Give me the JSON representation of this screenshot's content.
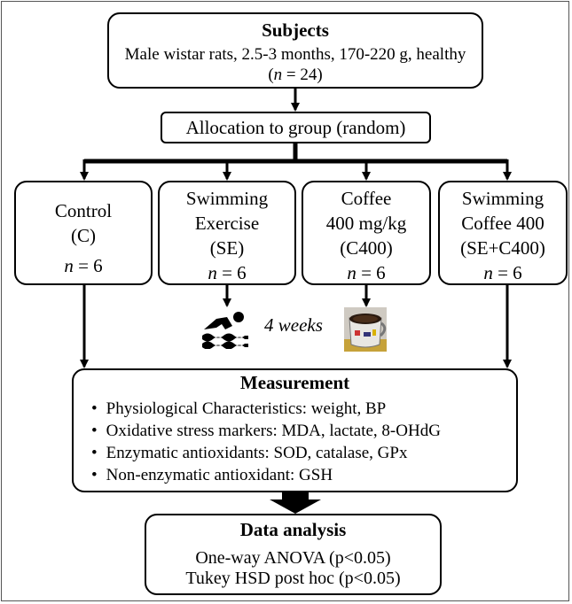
{
  "subjects": {
    "title": "Subjects",
    "description": "Male wistar rats, 2.5-3 months, 170-220 g, healthy",
    "n_var": "n",
    "n_rest": " = 24"
  },
  "allocation": "Allocation to group (random)",
  "groups": [
    {
      "lines": [
        "Control",
        "(C)"
      ],
      "n_var": "n",
      "n_rest": " = 6"
    },
    {
      "lines": [
        "Swimming",
        "Exercise",
        "(SE)"
      ],
      "n_var": "n",
      "n_rest": " = 6"
    },
    {
      "lines": [
        "Coffee",
        "400 mg/kg",
        "(C400)"
      ],
      "n_var": "n",
      "n_rest": " = 6"
    },
    {
      "lines": [
        "Swimming",
        "Coffee 400",
        "(SE+C400)"
      ],
      "n_var": "n",
      "n_rest": " = 6"
    }
  ],
  "duration": "4 weeks",
  "icons": {
    "exercise": "swimmer-icon",
    "treatment": "coffee-cup-icon"
  },
  "measurement": {
    "title": "Measurement",
    "items": [
      "Physiological Characteristics: weight, BP",
      "Oxidative stress markers: MDA, lactate, 8-OHdG",
      "Enzymatic antioxidants: SOD, catalase, GPx",
      "Non-enzymatic antioxidant: GSH"
    ]
  },
  "analysis": {
    "title": "Data analysis",
    "items": [
      "One-way ANOVA (p<0.05)",
      "Tukey HSD post hoc (p<0.05)"
    ]
  }
}
